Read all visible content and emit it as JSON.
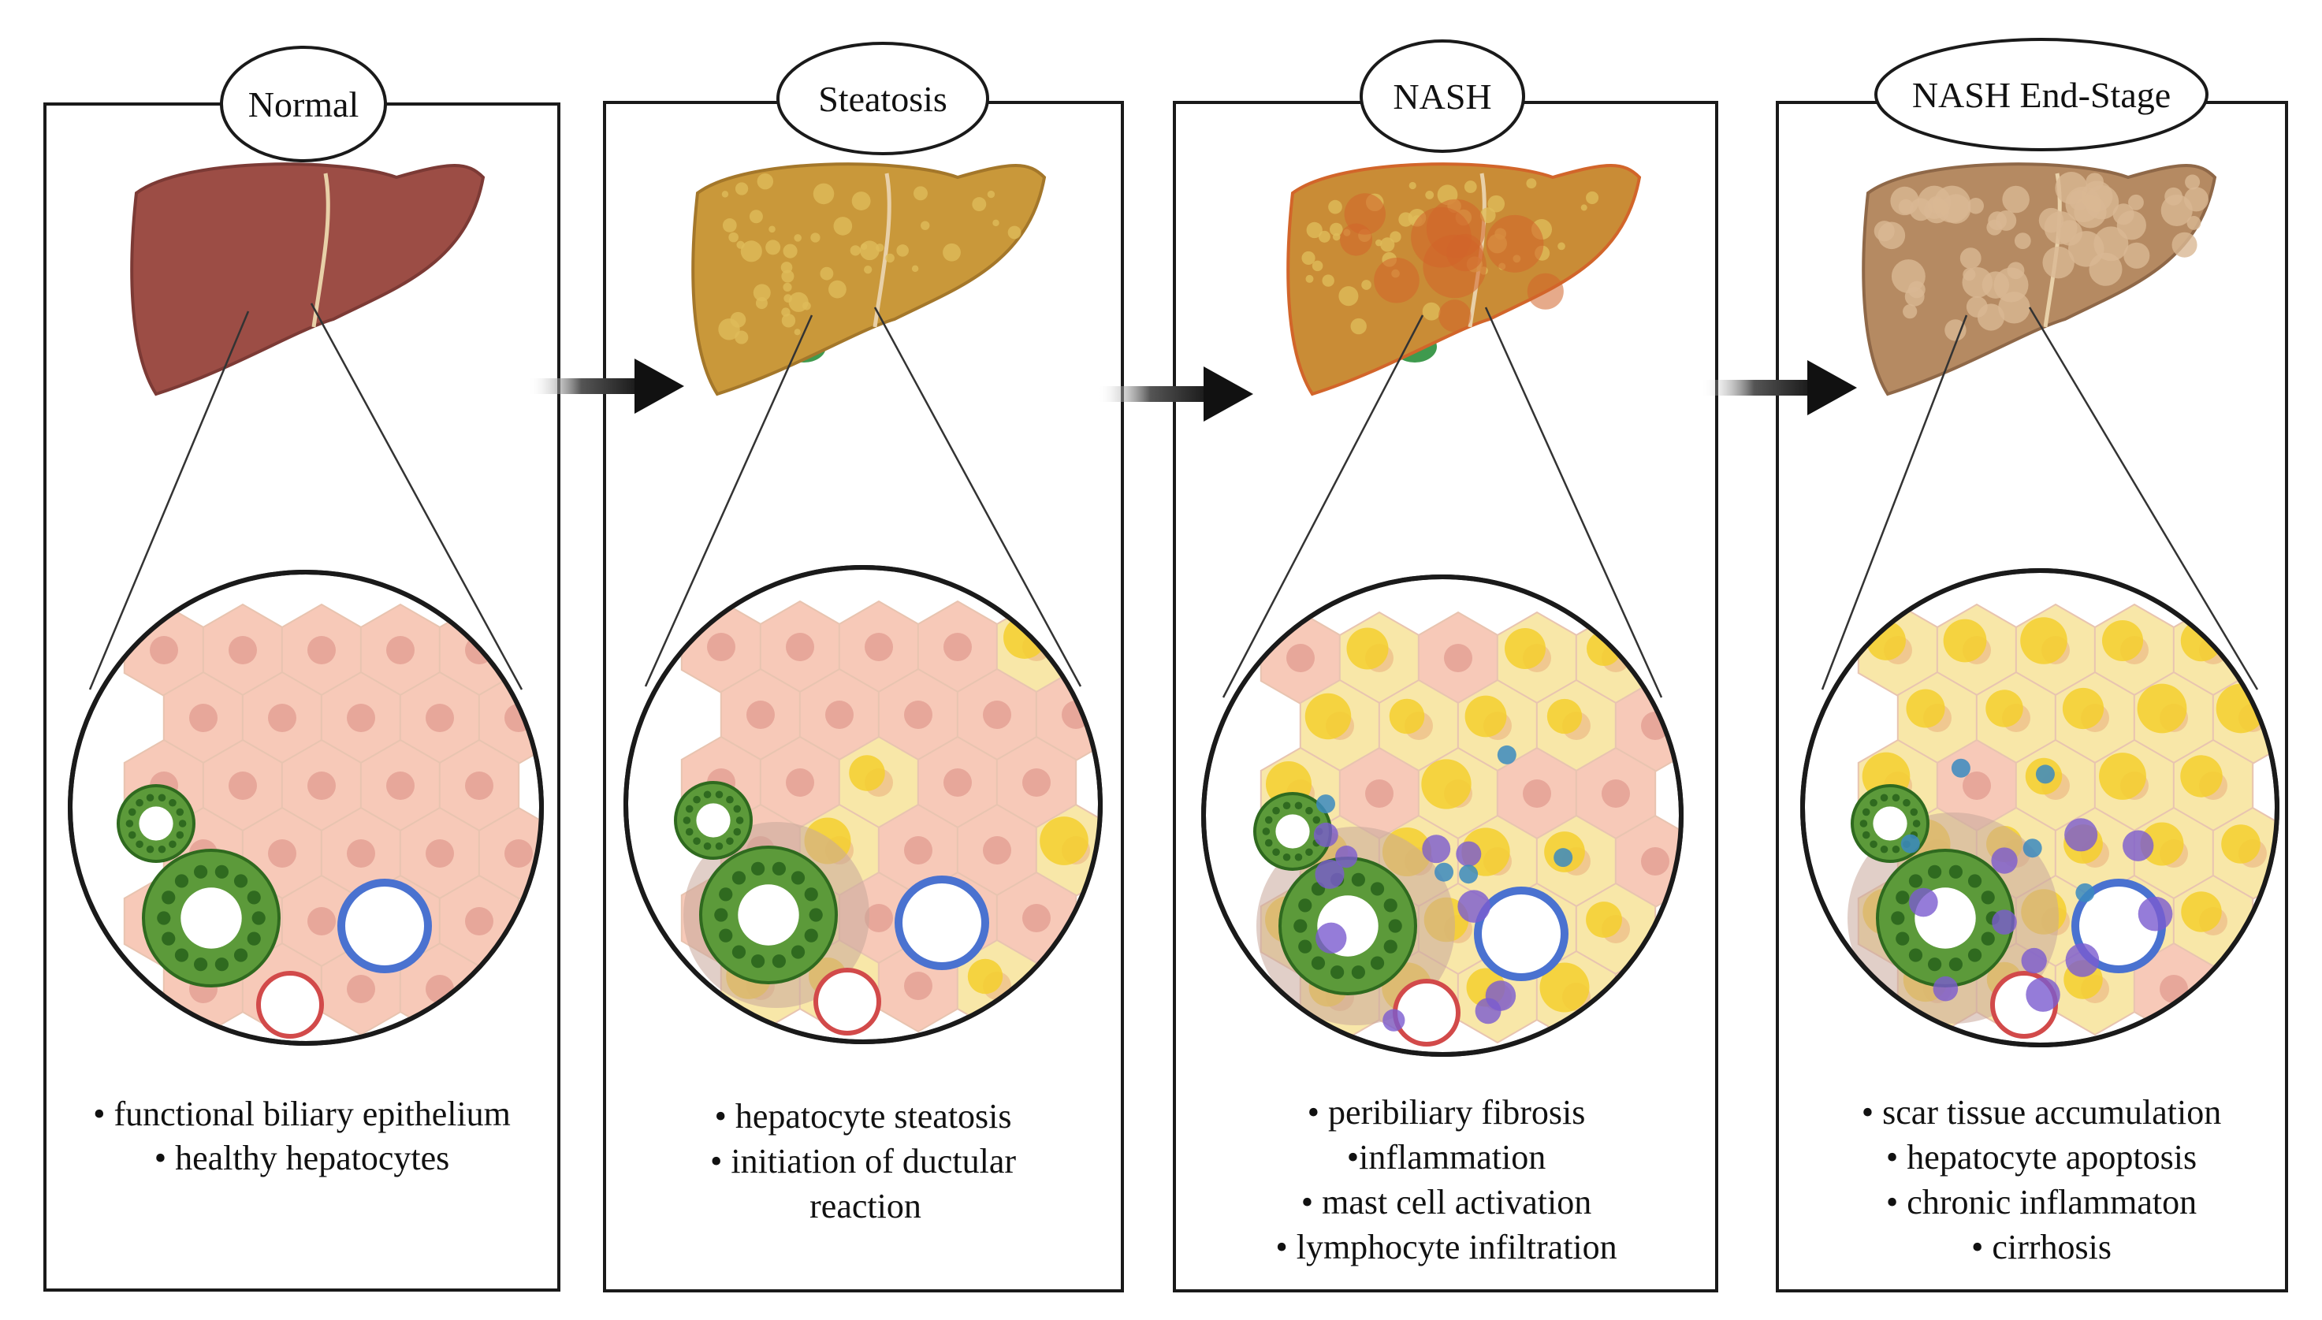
{
  "stages": [
    {
      "title": "Normal",
      "liver_color": "#9c4d45",
      "liver_shade": "#7c3a35",
      "bullets": [
        "• functional biliary epithelium",
        "• healthy hepatocytes"
      ]
    },
    {
      "title": "Steatosis",
      "liver_color": "#c9983a",
      "liver_shade": "#a4772a",
      "bullets": [
        "• hepatocyte steatosis",
        "• initiation of ductular",
        "reaction"
      ]
    },
    {
      "title": "NASH",
      "liver_color": "#c98c36",
      "liver_shade": "#d2652a",
      "bullets": [
        "• peribiliary fibrosis",
        "•inflammation",
        "• mast cell activation",
        "• lymphocyte infiltration"
      ]
    },
    {
      "title": "NASH End-Stage",
      "liver_color": "#b58a62",
      "liver_shade": "#8f6848",
      "bullets": [
        "• scar tissue accumulation",
        "• hepatocyte apoptosis",
        "• chronic inflammaton",
        "• cirrhosis"
      ]
    }
  ],
  "colors": {
    "hepatocyte_healthy": "#f7c9b8",
    "hepatocyte_fat": "#f8e7a8",
    "lipid_droplet": "#f5cf2e",
    "bile_duct": "#5c9a3a",
    "bile_duct_dark": "#2f6a1f",
    "portal_vein": "#4a72d0",
    "artery": "#d24a4a",
    "fibrosis": "#c9a89a",
    "immune_cell": "#7b5bd0",
    "mast_cell": "#3b8ac0",
    "gallbladder": "#3f9a4e"
  }
}
